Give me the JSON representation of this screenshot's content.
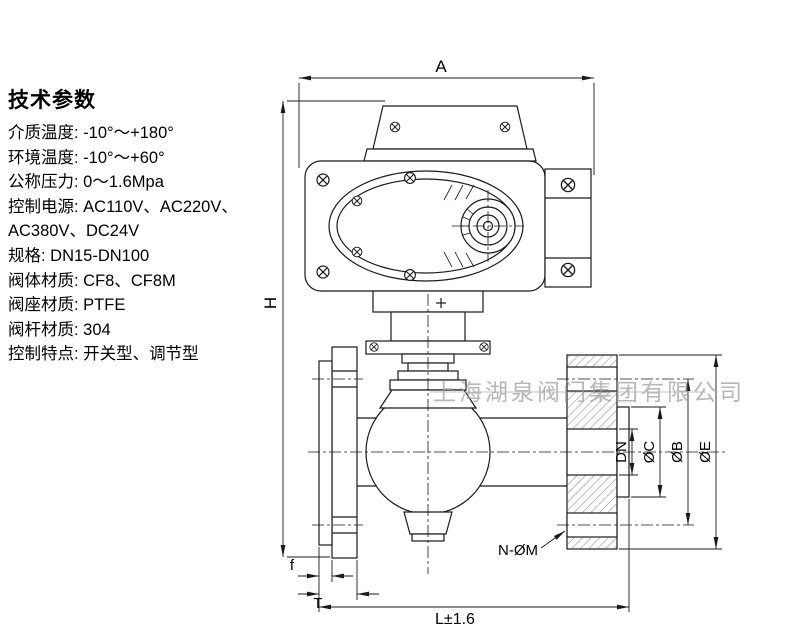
{
  "specs": {
    "title": "技术参数",
    "lines": [
      "介质温度: -10°～+180°",
      "环境温度: -10°～+60°",
      "公称压力: 0～1.6Mpa",
      "控制电源: AC110V、AC220V、",
      "AC380V、DC24V",
      "规格: DN15-DN100",
      "阀体材质: CF8、CF8M",
      "阀座材质: PTFE",
      "阀杆材质: 304",
      "控制特点: 开关型、调节型"
    ]
  },
  "dimensions": {
    "a": "A",
    "h": "H",
    "dn": "DN",
    "c": "ØC",
    "b": "ØB",
    "e": "ØE",
    "nm": "N-ØM",
    "f": "f",
    "t": "T",
    "l": "L±1.6"
  },
  "watermark": "上海湖泉阀门集团有限公司",
  "colors": {
    "line": "#1a1a1a",
    "watermark": "#9a9a9a"
  }
}
